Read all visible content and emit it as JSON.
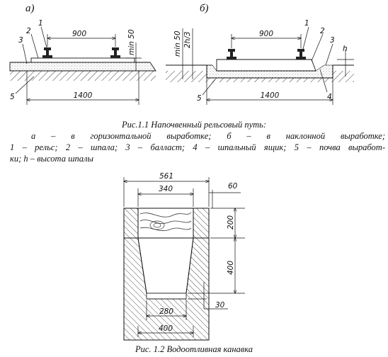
{
  "fig1": {
    "sub_a": "а)",
    "sub_b": "б)",
    "a": {
      "gauge": "900",
      "base": "1400",
      "min": "min 50",
      "marks": [
        "1",
        "2",
        "3",
        "5"
      ]
    },
    "b": {
      "gauge": "900",
      "base": "1400",
      "min": "min 50",
      "frac": "2h/3",
      "h": "h",
      "marks": [
        "1",
        "2",
        "3",
        "4",
        "5"
      ]
    },
    "caption_title": "Рис.1.1  Напочвенный рельсовый путь:",
    "caption_line1": "а – в горизонтальной выработке; б – в наклонной выработке;",
    "caption_line2": "1 – рельс; 2 – шпала; 3 – балласт; 4 – шпальный ящик; 5 – почва выработ-",
    "caption_line3": "ки; h – высота шпалы"
  },
  "fig2": {
    "dims": {
      "w561": "561",
      "w340": "340",
      "d60": "60",
      "h200": "200",
      "h400": "400",
      "w280": "280",
      "d30": "30",
      "w400": "400"
    },
    "caption": "Рис. 1.2  Водоотливная канавка"
  }
}
